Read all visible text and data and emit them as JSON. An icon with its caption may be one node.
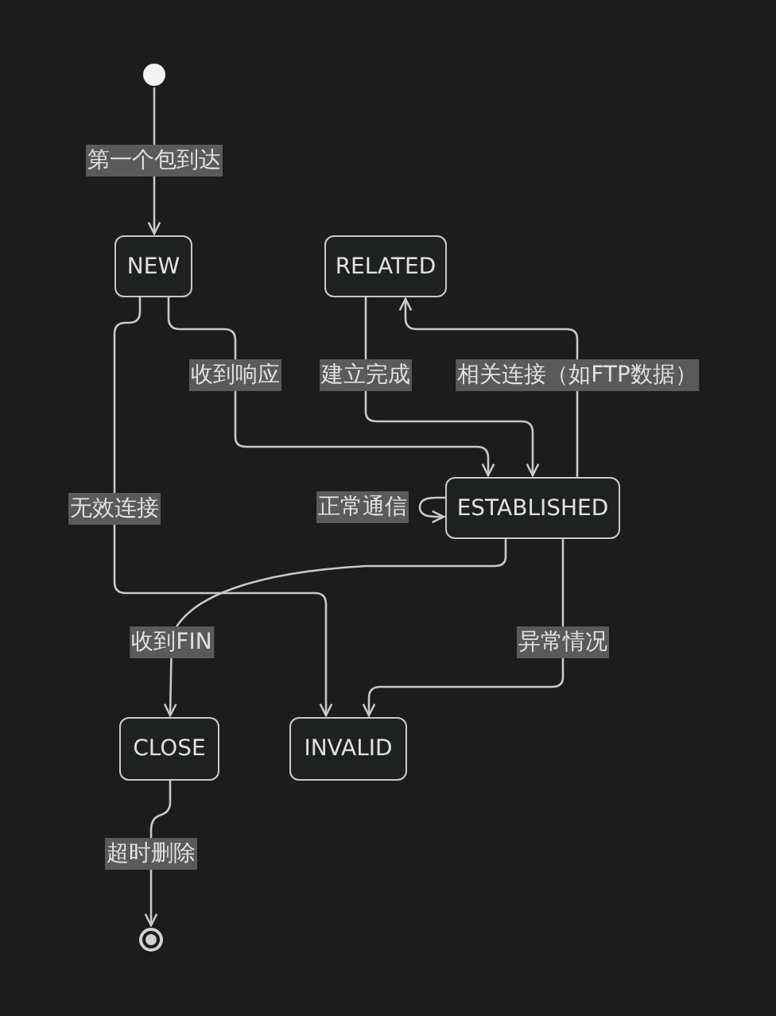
{
  "diagram": {
    "nodes": [
      {
        "text": [],
        "shape": "circle"
      },
      {
        "text": [
          "NEW"
        ]
      },
      {
        "text": [
          "RELATED"
        ]
      },
      {
        "text": [
          "ESTABLISHED"
        ]
      },
      {
        "text": [
          "CLOSE"
        ]
      },
      {
        "text": [
          "INVALID"
        ]
      },
      {
        "text": [],
        "shape": "circle"
      }
    ],
    "edges": [
      {
        "from": 0,
        "to": 1,
        "arrow": "to",
        "label": "第一个包到达"
      },
      {
        "from": 1,
        "to": 3,
        "arrow": "to",
        "label": "收到响应"
      },
      {
        "from": 2,
        "to": 3,
        "arrow": "to",
        "label": "建立完成"
      },
      {
        "from": 3,
        "to": 2,
        "arrow": "to",
        "label": "相关连接（如FTP数据）"
      },
      {
        "from": 3,
        "to": 3,
        "arrow": "to",
        "label": "正常通信"
      },
      {
        "from": 1,
        "to": 5,
        "arrow": "to",
        "label": "无效连接"
      },
      {
        "from": 3,
        "to": 4,
        "arrow": "to",
        "label": "收到FIN"
      },
      {
        "from": 3,
        "to": 5,
        "arrow": "to",
        "label": "异常情况"
      },
      {
        "from": 4,
        "to": 6,
        "arrow": "to",
        "label": "超时删除"
      }
    ]
  }
}
